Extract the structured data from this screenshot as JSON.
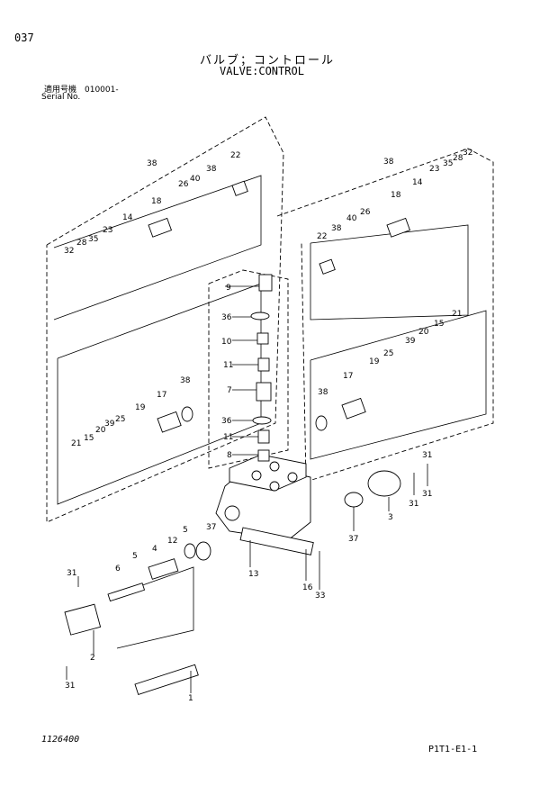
{
  "header": {
    "page_number": "037",
    "title_jp": "バルブ；コントロール",
    "title_en": "VALVE:CONTROL",
    "serial_label_jp": "適用号機　010001-",
    "serial_label_en": "Serial No."
  },
  "footer": {
    "document_number": "1126400",
    "page_code": "P1T1-E1-1"
  },
  "callouts": {
    "c38a": "38",
    "c22a": "22",
    "c38b": "38",
    "c40a": "40",
    "c26a": "26",
    "c18a": "18",
    "c14a": "14",
    "c23a": "23",
    "c35a": "35",
    "c28a": "28",
    "c32a": "32",
    "c9": "9",
    "c36a": "36",
    "c10": "10",
    "c11a": "11",
    "c7": "7",
    "c36b": "36",
    "c11b": "11",
    "c8": "8",
    "c38c": "38",
    "c17a": "17",
    "c19a": "19",
    "c25a": "25",
    "c39a": "39",
    "c20a": "20",
    "c15a": "15",
    "c21a": "21",
    "c38d": "38",
    "c14b": "14",
    "c23b": "23",
    "c35b": "35",
    "c28b": "28",
    "c32b": "32",
    "c18b": "18",
    "c26b": "26",
    "c40b": "40",
    "c38e": "38",
    "c22b": "22",
    "c21b": "21",
    "c15b": "15",
    "c20b": "20",
    "c25b": "25",
    "c39b": "39",
    "c19b": "19",
    "c17b": "17",
    "c38f": "38",
    "c31a": "31",
    "c31b": "31",
    "c3": "3",
    "c37a": "37",
    "c13": "13",
    "c16": "16",
    "c33": "33",
    "c37b": "37",
    "c5": "5",
    "c4": "4",
    "c12": "12",
    "c6": "6",
    "c31c": "31",
    "c2": "2",
    "c31d": "31",
    "c1": "1"
  }
}
